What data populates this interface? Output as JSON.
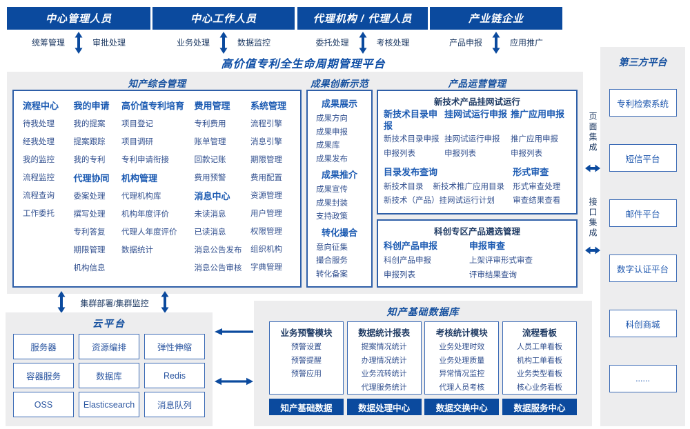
{
  "colors": {
    "primary_blue": "#0b4a9e",
    "panel_gray": "#ededee",
    "title_blue": "#15509f"
  },
  "top_roles": [
    {
      "title": "中心管理人员",
      "left_label": "统筹管理",
      "right_label": "审批处理"
    },
    {
      "title": "中心工作人员",
      "left_label": "业务处理",
      "right_label": "数据监控"
    },
    {
      "title": "代理机构 / 代理人员",
      "left_label": "委托处理",
      "right_label": "考核处理"
    },
    {
      "title": "产业链企业",
      "left_label": "产品申报",
      "right_label": "应用推广"
    }
  ],
  "platform": {
    "title": "高价值专利全生命周期管理平台",
    "ip_management": {
      "title": "知产综合管理",
      "columns": [
        {
          "groups": [
            {
              "title": "流程中心",
              "items": [
                "待我处理",
                "经我处理",
                "我的监控",
                "流程监控",
                "流程查询",
                "工作委托"
              ]
            }
          ]
        },
        {
          "groups": [
            {
              "title": "我的申请",
              "items": [
                "我的提案",
                "提案跟踪",
                "我的专利"
              ]
            },
            {
              "title": "代理协同",
              "items": [
                "委案处理",
                "撰写处理",
                "专利答复",
                "期限管理",
                "机构信息"
              ]
            }
          ]
        },
        {
          "groups": [
            {
              "title": "高价值专利培育",
              "items": [
                "项目登记",
                "项目调研",
                "专利申请衔接"
              ]
            },
            {
              "title": "机构管理",
              "items": [
                "代理机构库",
                "机构年度评价",
                "代理人年度评价",
                "数据统计"
              ]
            }
          ]
        },
        {
          "groups": [
            {
              "title": "费用管理",
              "items": [
                "专利费用",
                "账单管理",
                "回款记账",
                "费用预警"
              ]
            },
            {
              "title": "消息中心",
              "items": [
                "未读消息",
                "已读消息",
                "消息公告发布",
                "消息公告审核"
              ]
            }
          ]
        },
        {
          "groups": [
            {
              "title": "系统管理",
              "items": [
                "流程引擎",
                "消息引擎",
                "期限管理",
                "费用配置",
                "资源管理",
                "用户管理",
                "权限管理",
                "组织机构",
                "字典管理"
              ]
            }
          ]
        }
      ]
    },
    "achievement": {
      "title": "成果创新示范",
      "groups": [
        {
          "title": "成果展示",
          "items": [
            "成果方向",
            "成果申报",
            "成果库",
            "成果发布"
          ]
        },
        {
          "title": "成果推介",
          "items": [
            "成果宣传",
            "成果封装",
            "支持政策"
          ]
        },
        {
          "title": "转化撮合",
          "items": [
            "意向征集",
            "撮合服务",
            "转化备案"
          ]
        }
      ]
    },
    "product_ops": {
      "title": "产品运营管理",
      "box1": {
        "title": "新技术产品挂网试运行",
        "columns": [
          {
            "title": "新技术目录申报",
            "items": [
              "新技术目录申报",
              "申报列表"
            ]
          },
          {
            "title": "挂网试运行申报",
            "items": [
              "挂网试运行申报",
              "申报列表"
            ]
          },
          {
            "title": "推广应用申报",
            "items": [
              "推广应用申报",
              "申报列表"
            ]
          }
        ],
        "bottom_left": {
          "title": "目录发布查询",
          "items": [
            "新技术目录",
            "新技术推广应用目录",
            "新技术（产品）挂网试运行计划"
          ]
        },
        "bottom_right": {
          "title": "形式审查",
          "items": [
            "形式审查处理",
            "审查结果查看"
          ]
        }
      },
      "box2": {
        "title": "科创专区产品遴选管理",
        "columns": [
          {
            "title": "科创产品申报",
            "items": [
              "科创产品申报",
              "申报列表"
            ]
          },
          {
            "title": "申报审查",
            "items": [
              "上架评审形式审查",
              "评审结果查询"
            ]
          }
        ]
      }
    }
  },
  "integration": {
    "page": "页面集成",
    "interface": "接口集成"
  },
  "third_party": {
    "title": "第三方平台",
    "items": [
      "专利检索系统",
      "短信平台",
      "邮件平台",
      "数字认证平台",
      "科创商城",
      "......"
    ]
  },
  "cluster_label": "集群部署/集群监控",
  "cloud": {
    "title": "云平台",
    "items": [
      "服务器",
      "资源编排",
      "弹性伸缩",
      "容器服务",
      "数据库",
      "Redis",
      "OSS",
      "Elasticsearch",
      "消息队列"
    ]
  },
  "database": {
    "title": "知产基础数据库",
    "modules": [
      {
        "title": "业务预警模块",
        "items": [
          "预警设置",
          "预警提醒",
          "预警应用"
        ],
        "banner": "知产基础数据"
      },
      {
        "title": "数据统计报表",
        "items": [
          "提案情况统计",
          "办理情况统计",
          "业务流转统计",
          "代理服务统计"
        ],
        "banner": "数据处理中心"
      },
      {
        "title": "考核统计模块",
        "items": [
          "业务处理时效",
          "业务处理质量",
          "异常情况监控",
          "代理人员考核"
        ],
        "banner": "数据交换中心"
      },
      {
        "title": "流程看板",
        "items": [
          "人员工单看板",
          "机构工单看板",
          "业务类型看板",
          "核心业务看板"
        ],
        "banner": "数据服务中心"
      }
    ]
  }
}
